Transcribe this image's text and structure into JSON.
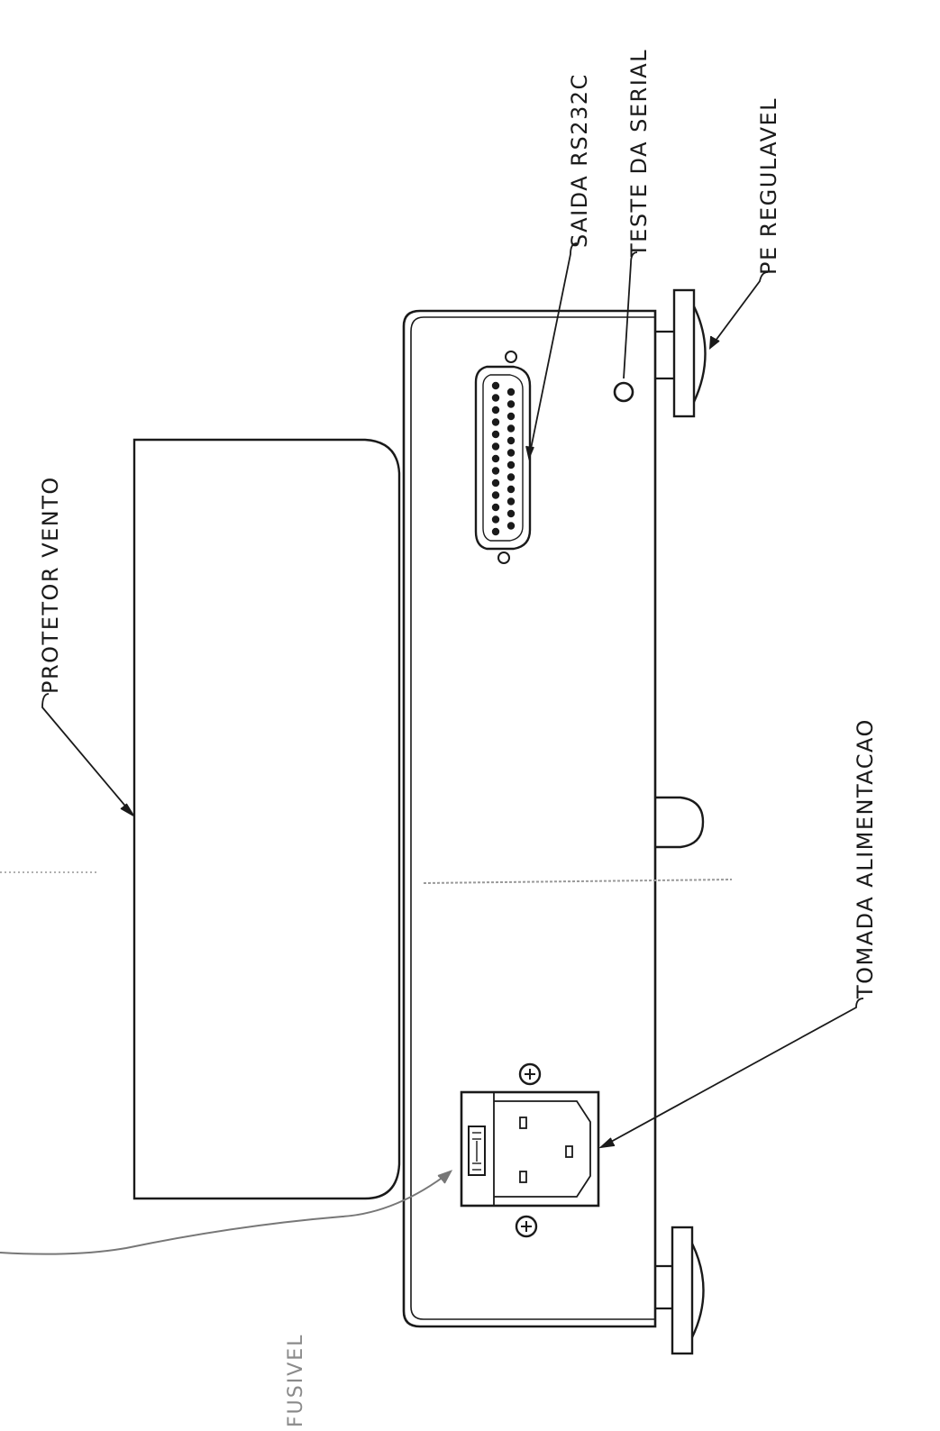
{
  "labels": {
    "protetor_vento": "PROTETOR VENTO",
    "saida_rs232c": "SAIDA RS232C",
    "teste_da_serial": "TESTE DA SERIAL",
    "pe_regulavel": "PE REGULAVEL",
    "tomada_alimentacao": "TOMADA ALIMENTACAO",
    "fusivel": "FUSIVEL"
  },
  "colors": {
    "ink": "#1a1a1a",
    "faint": "#8a8a8a",
    "paper": "#ffffff"
  }
}
